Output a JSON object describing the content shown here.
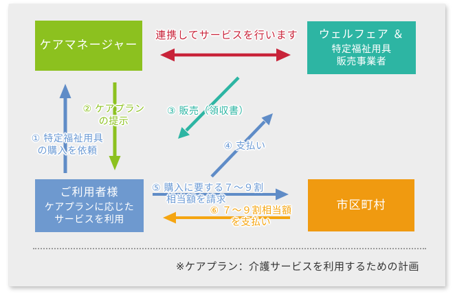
{
  "palette": {
    "card_bg": "#ededed",
    "green": "#8cc11f",
    "teal": "#2db5a3",
    "blue_box": "#6e99cf",
    "orange_box": "#f09a10",
    "red": "#c82339",
    "blue_arrow": "#5f8cc7",
    "green_arrow": "#8cc11f",
    "teal_arrow": "#2db5a3",
    "orange_arrow": "#f5a511",
    "footnote_color": "#333333"
  },
  "nodes": {
    "care_manager": {
      "label": "ケアマネージャー"
    },
    "welfare": {
      "name": "ウェルフェア ＆",
      "line2": "特定福祉用具",
      "line3": "販売事業者"
    },
    "user": {
      "name": "ご利用者様",
      "line2": "ケアプランに応じた",
      "line3": "サービスを利用"
    },
    "municipality": {
      "label": "市区町村"
    }
  },
  "edges": {
    "cooperation": {
      "label": "連携してサービスを行います"
    },
    "step1": {
      "line1": "① 特定福祉用具",
      "line2": "の購入を依頼"
    },
    "step2": {
      "line1": "② ケアプラン",
      "line2": "の提示"
    },
    "step3": {
      "label": "③ 販売（領収書）"
    },
    "step4": {
      "label": "④ 支払い"
    },
    "step5": {
      "line1": "⑤ 購入に要する７～９割",
      "line2": "相当額を請求"
    },
    "step6": {
      "line1": "⑥ ７～９割相当額",
      "line2": "を支払い"
    }
  },
  "footnote": "※ケアプラン：介護サービスを利用するための計画"
}
